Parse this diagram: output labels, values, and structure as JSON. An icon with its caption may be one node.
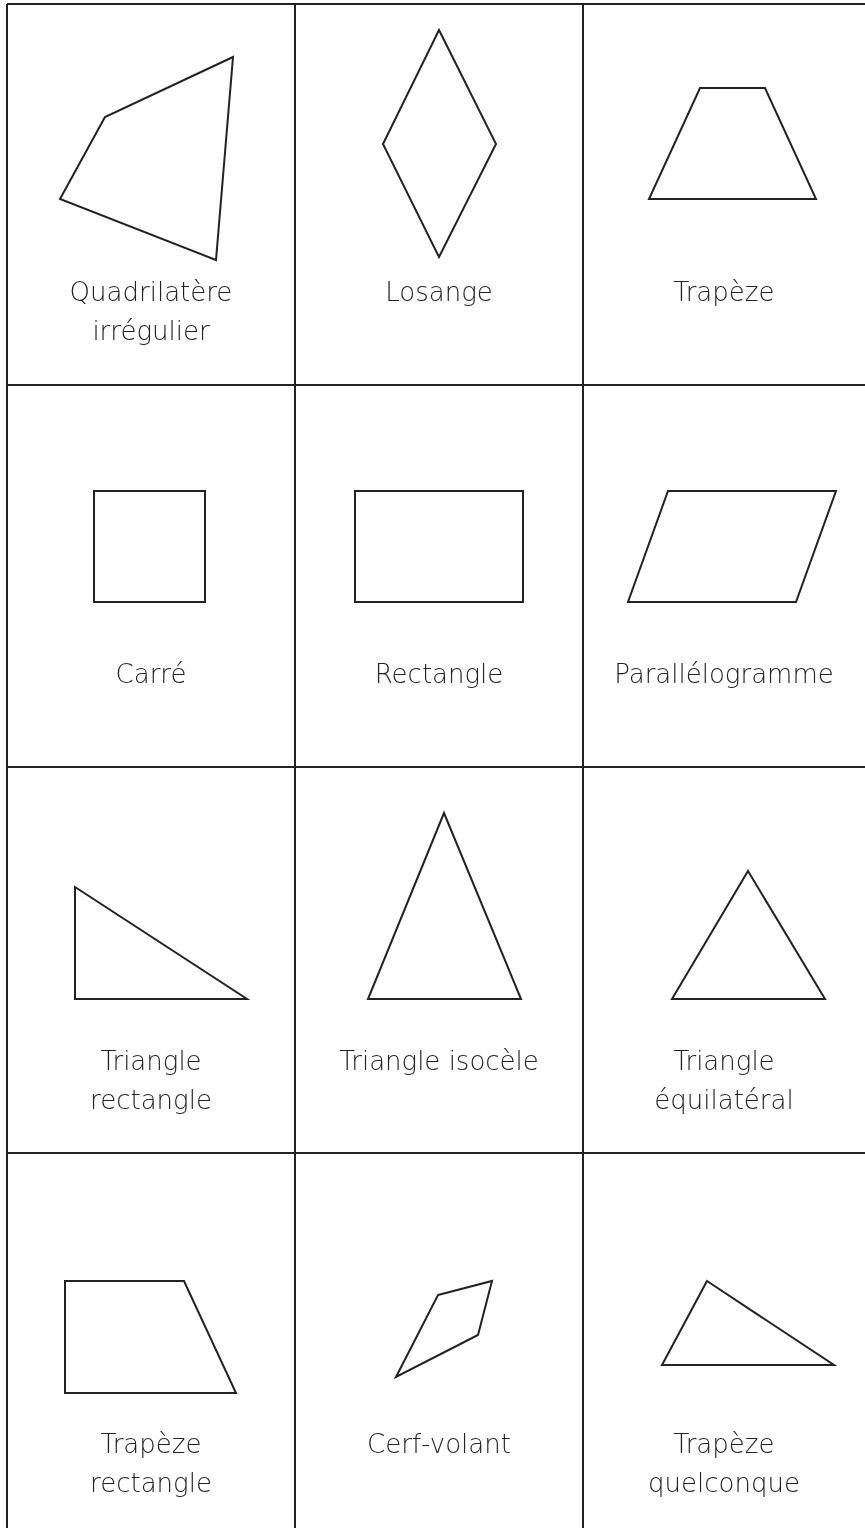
{
  "diagram": {
    "labels": [
      "Quadrilatère irrégulier",
      "Losange",
      "Trapèze",
      "Carré",
      "Rectangle",
      "Parallélogramme",
      "Triangle rectangle",
      "Triangle isocèle",
      "Triangle équilatéral",
      "Trapèze rectangle",
      "Cerf-volant",
      "Trapèze quelconque"
    ]
  }
}
